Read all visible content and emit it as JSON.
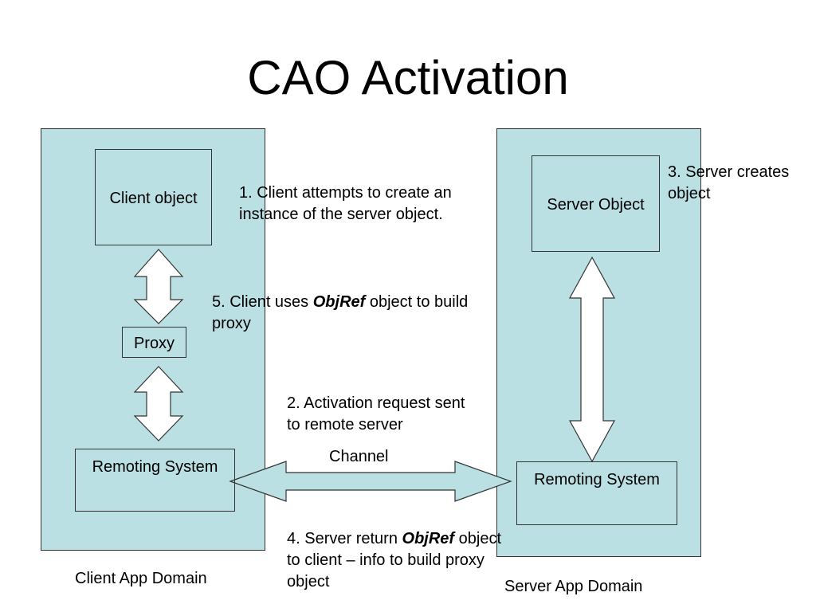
{
  "slide": {
    "title": "CAO Activation"
  },
  "client_domain": {
    "label": "Client App Domain",
    "client_object": "Client object",
    "proxy": "Proxy",
    "remoting_system": "Remoting System"
  },
  "server_domain": {
    "label": "Server App Domain",
    "server_object": "Server Object",
    "remoting_system": "Remoting System"
  },
  "channel": {
    "label": "Channel"
  },
  "notes": {
    "step1": "1. Client attempts to create an instance of the server object.",
    "step2": "2. Activation request sent to remote server",
    "step3": "3. Server creates object",
    "step4_before": "4. Server return ",
    "step4_em": "ObjRef",
    "step4_after": " object to client – info to build proxy object",
    "step5_before": "5. Client uses ",
    "step5_em": "ObjRef",
    "step5_after": " object to build proxy"
  },
  "colors": {
    "domain_fill": "#bbe0e3",
    "arrow_fill": "#bbe0e3",
    "stroke": "#333333"
  }
}
